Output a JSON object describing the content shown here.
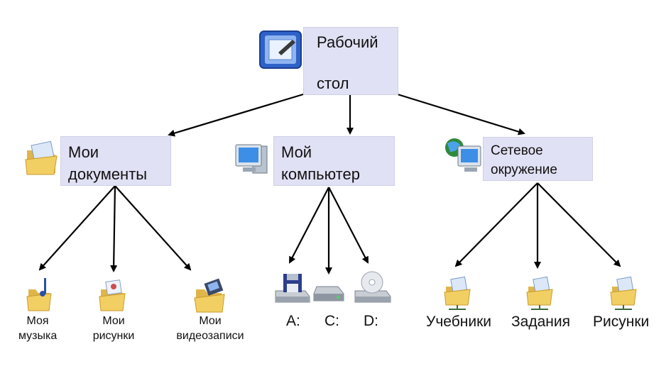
{
  "root": {
    "line1": "Рабочий",
    "line2": "стол",
    "icon": "desktop-icon"
  },
  "branches": {
    "my_documents": {
      "line1": "Мои",
      "line2": "документы",
      "icon": "my-documents-folder-icon",
      "children": [
        {
          "line1": "Моя",
          "line2": "музыка",
          "icon": "music-folder-icon"
        },
        {
          "line1": "Мои",
          "line2": "рисунки",
          "icon": "pictures-folder-icon"
        },
        {
          "line1": "Мои",
          "line2": "видеозаписи",
          "icon": "videos-folder-icon"
        }
      ]
    },
    "my_computer": {
      "line1": "Мой",
      "line2": "компьютер",
      "icon": "computer-icon",
      "children": [
        {
          "label": "A:",
          "icon": "floppy-drive-icon"
        },
        {
          "label": "C:",
          "icon": "hard-drive-icon"
        },
        {
          "label": "D:",
          "icon": "cd-drive-icon"
        }
      ]
    },
    "network": {
      "line1": "Сетевое",
      "line2": "окружение",
      "icon": "network-computer-icon",
      "children": [
        {
          "label": "Учебники",
          "icon": "shared-folder-icon"
        },
        {
          "label": "Задания",
          "icon": "shared-folder-icon"
        },
        {
          "label": "Рисунки",
          "icon": "shared-folder-icon"
        }
      ]
    }
  },
  "colors": {
    "box_fill": "#e1e1f5",
    "arrow": "#000000",
    "folder": "#f2cf63"
  }
}
